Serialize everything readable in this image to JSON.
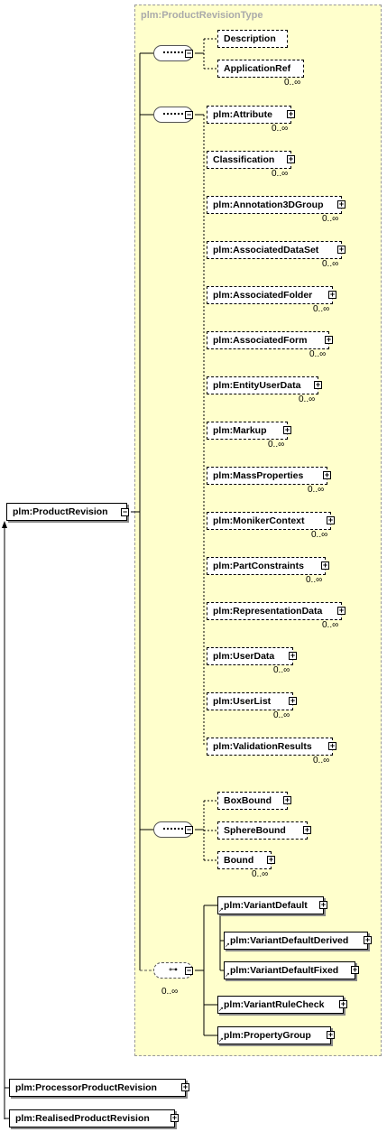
{
  "type_title": "plm:ProductRevisionType",
  "root": {
    "label": "plm:ProductRevision"
  },
  "seq1": {
    "items": [
      {
        "label": "Description",
        "occ": ""
      },
      {
        "label": "ApplicationRef",
        "occ": "0..∞"
      }
    ]
  },
  "seq2": {
    "items": [
      {
        "label": "plm:Attribute",
        "occ": "0..∞"
      },
      {
        "label": "Classification",
        "occ": "0..∞"
      },
      {
        "label": "plm:Annotation3DGroup",
        "occ": "0..∞"
      },
      {
        "label": "plm:AssociatedDataSet",
        "occ": "0..∞"
      },
      {
        "label": "plm:AssociatedFolder",
        "occ": "0..∞"
      },
      {
        "label": "plm:AssociatedForm",
        "occ": "0..∞"
      },
      {
        "label": "plm:EntityUserData",
        "occ": "0..∞"
      },
      {
        "label": "plm:Markup",
        "occ": "0..∞"
      },
      {
        "label": "plm:MassProperties",
        "occ": "0..∞"
      },
      {
        "label": "plm:MonikerContext",
        "occ": "0..∞"
      },
      {
        "label": "plm:PartConstraints",
        "occ": "0..∞"
      },
      {
        "label": "plm:RepresentationData",
        "occ": "0..∞"
      },
      {
        "label": "plm:UserData",
        "occ": "0..∞"
      },
      {
        "label": "plm:UserList",
        "occ": "0..∞"
      },
      {
        "label": "plm:ValidationResults",
        "occ": "0..∞"
      }
    ]
  },
  "seq3": {
    "items": [
      {
        "label": "BoxBound",
        "occ": ""
      },
      {
        "label": "SphereBound",
        "occ": ""
      },
      {
        "label": "Bound",
        "occ": "0..∞"
      }
    ]
  },
  "choice": {
    "occ": "0..∞",
    "items": [
      {
        "label": "plm:VariantDefault"
      },
      {
        "label": "plm:VariantDefaultDerived"
      },
      {
        "label": "plm:VariantDefaultFixed"
      },
      {
        "label": "plm:VariantRuleCheck"
      },
      {
        "label": "plm:PropertyGroup"
      }
    ]
  },
  "derived": [
    {
      "label": "plm:ProcessorProductRevision"
    },
    {
      "label": "plm:RealisedProductRevision"
    }
  ]
}
